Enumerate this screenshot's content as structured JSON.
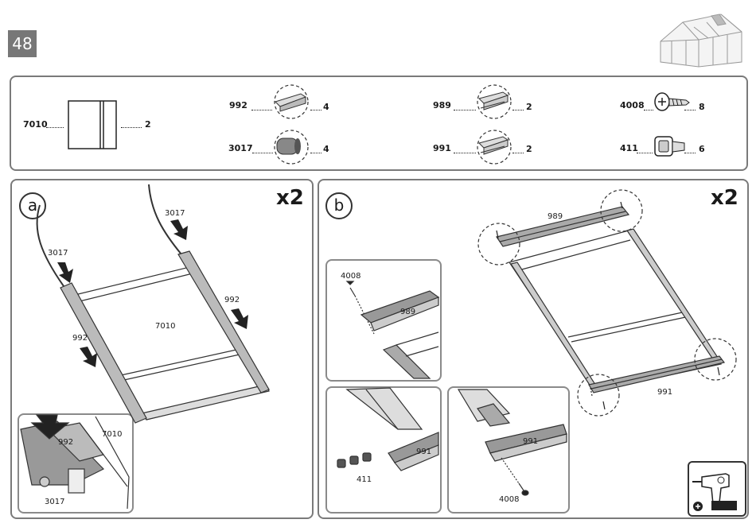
{
  "page_number": "48",
  "parts": {
    "p7010": {
      "code": "7010",
      "qty": "2"
    },
    "p992": {
      "code": "992",
      "qty": "4"
    },
    "p3017": {
      "code": "3017",
      "qty": "4"
    },
    "p989": {
      "code": "989",
      "qty": "2"
    },
    "p991": {
      "code": "991",
      "qty": "2"
    },
    "p4008": {
      "code": "4008",
      "qty": "8"
    },
    "p411": {
      "code": "411",
      "qty": "6"
    }
  },
  "step_a": {
    "letter": "a",
    "multiplier": "x2",
    "labels": {
      "s3017_left": "3017",
      "s3017_right": "3017",
      "s992_left": "992",
      "s992_right": "992",
      "panel": "7010"
    },
    "inset": {
      "l992": "992",
      "l7010": "7010",
      "l3017": "3017"
    }
  },
  "step_b": {
    "letter": "b",
    "multiplier": "x2",
    "labels": {
      "top_rail": "989",
      "bottom_rail": "991"
    },
    "inset1": {
      "screw": "4008",
      "rail": "989"
    },
    "inset2": {
      "rail": "991",
      "bolt": "411"
    },
    "inset3": {
      "rail": "991",
      "screw": "4008"
    }
  },
  "icons": [
    "greenhouse-icon",
    "drill-icon",
    "plus-icon"
  ]
}
